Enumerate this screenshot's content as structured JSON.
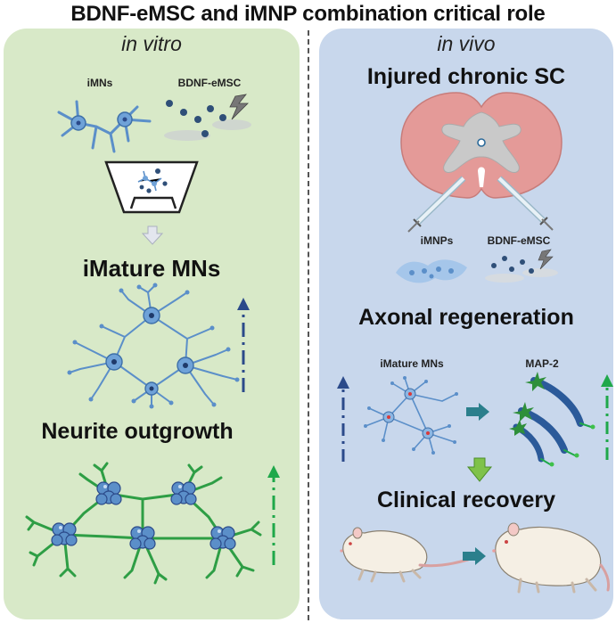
{
  "title": "BDNF-eMSC and iMNP combination critical role",
  "left": {
    "heading": "in vitro",
    "label_imns": "iMNs",
    "label_bdnf": "BDNF-eMSC",
    "mature": "iMature MNs",
    "neurite": "Neurite outgrowth"
  },
  "right": {
    "heading": "in vivo",
    "injured": "Injured chronic SC",
    "label_imnps": "iMNPs",
    "label_bdnf": "BDNF-eMSC",
    "axonal": "Axonal regeneration",
    "label_mature": "iMature MNs",
    "label_map2": "MAP-2",
    "clinical": "Clinical recovery"
  },
  "colors": {
    "left_panel": "#d8e9c8",
    "right_panel": "#c8d7ec",
    "neuron_blue": "#5b8fc9",
    "arrow_navy": "#2b4a8a",
    "arrow_green": "#1fa84a",
    "neurite_green": "#2e9e45",
    "cord_pink": "#e49a98",
    "teal_arrow": "#2b7f8c"
  }
}
